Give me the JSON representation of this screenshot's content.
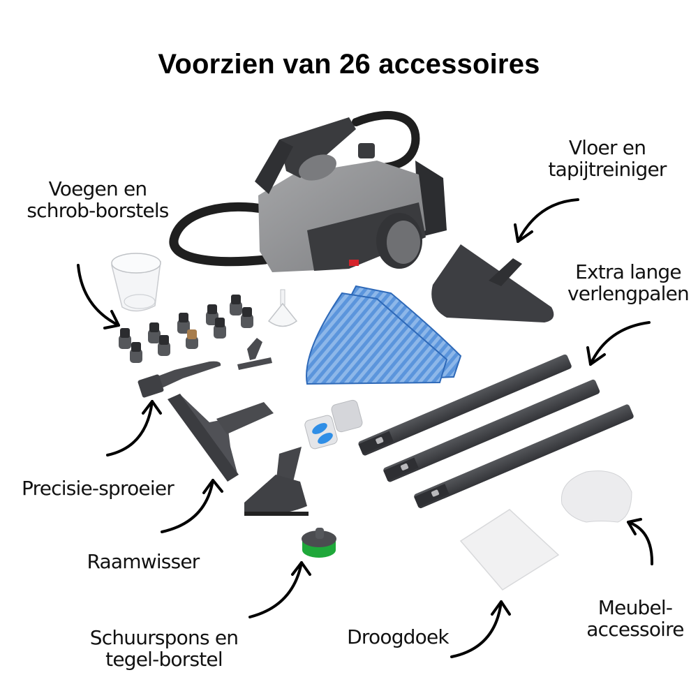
{
  "title": "Voorzien van 26 accessoires",
  "labels": {
    "voegen": {
      "line1": "Voegen en",
      "line2": "schrob-borstels"
    },
    "vloer": {
      "line1": "Vloer en",
      "line2": "tapijtreiniger"
    },
    "verleng": {
      "line1": "Extra lange",
      "line2": "verlengpalen"
    },
    "precisie": "Precisie-sproeier",
    "raamwisser": "Raamwisser",
    "schuurspons": {
      "line1": "Schuurspons en",
      "line2": "tegel-borstel"
    },
    "droogdoek": "Droogdoek",
    "meubel": {
      "line1": "Meubel-",
      "line2": "accessoire"
    }
  },
  "colors": {
    "body_grey": "#8c8c8e",
    "dark_grey": "#3c3d40",
    "hose": "#222222",
    "cloth_blue": "#3d7fd1",
    "sponge_green": "#1fa83a",
    "earplug_blue": "#2f8ee6",
    "switch_red": "#d6242b"
  },
  "items": [
    "steam-cleaner-unit",
    "measuring-cup",
    "funnel",
    "nylon-brushes",
    "brass-brush",
    "precision-nozzle",
    "window-squeegee",
    "triangle-brush",
    "scrub-sponge",
    "microfiber-pads",
    "floor-carpet-head",
    "extension-poles",
    "earplugs",
    "drying-cloth",
    "furniture-cover"
  ]
}
